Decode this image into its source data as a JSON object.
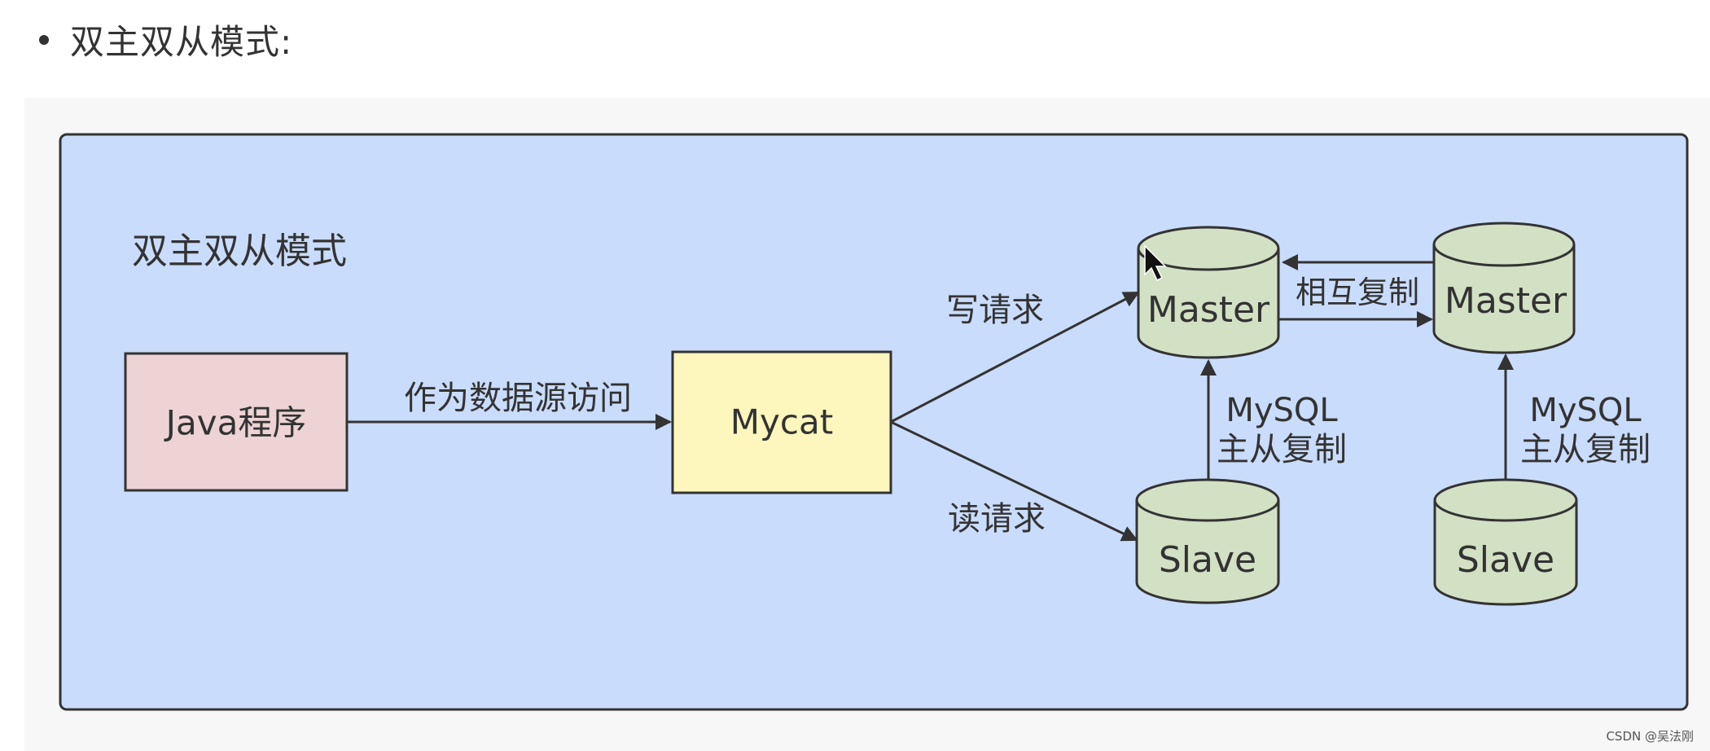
{
  "heading": {
    "text": "双主双从模式:"
  },
  "diagram": {
    "title": "双主双从模式",
    "nodes": {
      "java": "Java程序",
      "mycat": "Mycat",
      "master1": "Master",
      "master2": "Master",
      "slave1": "Slave",
      "slave2": "Slave"
    },
    "edges": {
      "java_to_mycat": "作为数据源访问",
      "write": "写请求",
      "read": "读请求",
      "mutual_line1": "相互复制",
      "rep1_line1": "MySQL",
      "rep1_line2": "主从复制",
      "rep2_line1": "MySQL",
      "rep2_line2": "主从复制"
    },
    "colors": {
      "frame_bg": "#c9dcfb",
      "java_fill": "#edd3d4",
      "mycat_fill": "#fdf6bd",
      "db_fill": "#d2e0c4",
      "stroke": "#333333"
    }
  },
  "watermark": "CSDN @吴法刚"
}
